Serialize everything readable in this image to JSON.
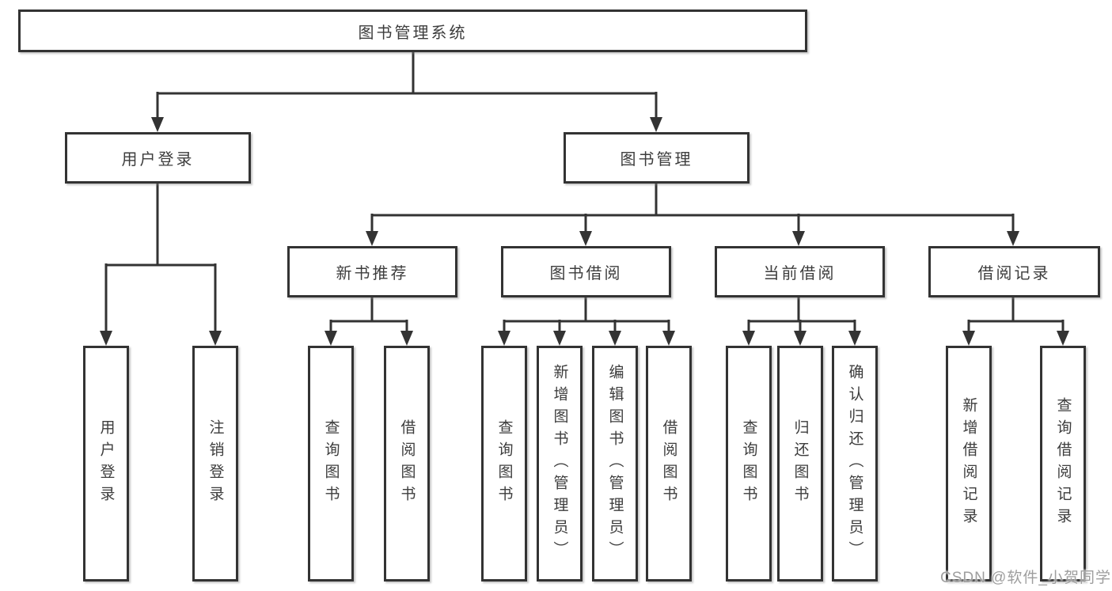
{
  "colors": {
    "line": "#333333",
    "text": "#3d3d3d",
    "box_background": "#ffffff",
    "watermark_text": "#9e9e9e"
  },
  "diagram": {
    "root": {
      "label": "图书管理系统"
    },
    "branches": {
      "user_login": {
        "label": "用户登录"
      },
      "book_management": {
        "label": "图书管理"
      }
    },
    "user_login_children": [
      {
        "label": "用户登录"
      },
      {
        "label": "注销登录"
      }
    ],
    "modules": [
      {
        "label": "新书推荐"
      },
      {
        "label": "图书借阅"
      },
      {
        "label": "当前借阅"
      },
      {
        "label": "借阅记录"
      }
    ],
    "new_books_children": [
      {
        "label": "查询图书"
      },
      {
        "label": "借阅图书"
      }
    ],
    "book_borrow_children": [
      {
        "label": "查询图书"
      },
      {
        "label": "新增图书（管理员）"
      },
      {
        "label": "编辑图书（管理员）"
      },
      {
        "label": "借阅图书"
      }
    ],
    "current_borrow_children": [
      {
        "label": "查询图书"
      },
      {
        "label": "归还图书"
      },
      {
        "label": "确认归还（管理员）"
      }
    ],
    "borrow_records_children": [
      {
        "label": "新增借阅记录"
      },
      {
        "label": "查询借阅记录"
      }
    ]
  },
  "watermark": {
    "text": "CSDN @软件_小贺同学"
  }
}
